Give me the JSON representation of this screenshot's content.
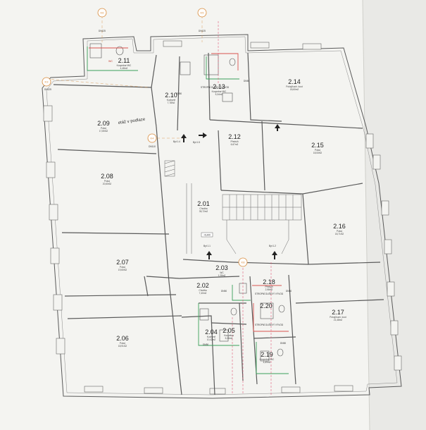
{
  "rooms": [
    {
      "id": "r211",
      "num": "2.11",
      "name": "Koupelna+WC",
      "area": "4,48m2"
    },
    {
      "id": "r210",
      "num": "2.10",
      "name": "Kuchyně",
      "area": "7,78m2"
    },
    {
      "id": "r213",
      "num": "2.13",
      "name": "Koupelna+WC",
      "area": "5,34m2"
    },
    {
      "id": "r214",
      "num": "2.14",
      "name": "Pokoj/kuch. kout",
      "area": "18,60m2"
    },
    {
      "id": "r209",
      "num": "2.09",
      "name": "Pokoj",
      "area": "17,80m2"
    },
    {
      "id": "r212",
      "num": "2.12",
      "name": "Předsíň",
      "area": "6,67m2"
    },
    {
      "id": "r215",
      "num": "2.15",
      "name": "Pokoj",
      "area": "18,53m2"
    },
    {
      "id": "r208",
      "num": "2.08",
      "name": "Pokoj",
      "area": "20,60m2"
    },
    {
      "id": "r201",
      "num": "2.01",
      "name": "Chodba",
      "area": "35,72m2"
    },
    {
      "id": "r216",
      "num": "2.16",
      "name": "Pokoj",
      "area": "18,71m2"
    },
    {
      "id": "r207",
      "num": "2.07",
      "name": "Pokoj",
      "area": "19,60m2"
    },
    {
      "id": "r203",
      "num": "2.03",
      "name": "WC",
      "area": "1,28m2"
    },
    {
      "id": "r218",
      "num": "2.18",
      "name": "Předsíň",
      "area": "2,98m2"
    },
    {
      "id": "r202",
      "num": "2.02",
      "name": "Chodba",
      "area": "7,40m2"
    },
    {
      "id": "r217",
      "num": "2.17",
      "name": "Pokoj/kuch. kout",
      "area": "21,48m2"
    },
    {
      "id": "r220",
      "num": "2.20",
      "name": "",
      "area": ""
    },
    {
      "id": "r204",
      "num": "2.04",
      "name": "Kuchyně",
      "area": "10,42m2"
    },
    {
      "id": "r205",
      "num": "2.05",
      "name": "Koupelna",
      "area": "5,26m2"
    },
    {
      "id": "r206",
      "num": "2.06",
      "name": "Pokoj",
      "area": "18,91m2"
    },
    {
      "id": "r219",
      "num": "2.19",
      "name": "Koupelna+WC",
      "area": "4,69m2"
    }
  ],
  "axis_markers": [
    {
      "id": "k6",
      "label": "K6",
      "code": "DN125"
    },
    {
      "id": "k5",
      "label": "K5",
      "code": "DN125"
    },
    {
      "id": "k3",
      "label": "K3",
      "code": "DN125"
    },
    {
      "id": "k4",
      "label": "K4",
      "code": "DN110"
    },
    {
      "id": "k8",
      "label": "K8",
      "code": ""
    }
  ],
  "annotations": {
    "handwritten": "etáž v podlaze",
    "riser_label_a": "STROPNÍ DUŠEVÝ VÝVOD",
    "riser_label_b": "STROPNÍ DUŠEVÝ VÝVOD",
    "riser_label_c": "STROPNÍ DUŠEVÝ VÝVOD",
    "wc_label": "WC",
    "stair_label_a": "Byt 1.4",
    "stair_label_b": "Byt 1.5",
    "stair_label_c": "Byt 1.1",
    "stair_label_d": "Byt 1.2",
    "level_tag": "+6,440",
    "dn_small_a": "DN50",
    "dn_small_b": "DN50",
    "dn_small_c": "DN50",
    "dn_small_d": "DN50",
    "dn_small_e": "DN50",
    "dn_small_f": "DN50"
  },
  "colors": {
    "paper": "#f3f3f0",
    "wall": "#5a5a5a",
    "axis": "#d88a3a",
    "pipe_red": "#d9534f",
    "pipe_green": "#3aa05a",
    "pipe_pink": "#e05d7a"
  }
}
